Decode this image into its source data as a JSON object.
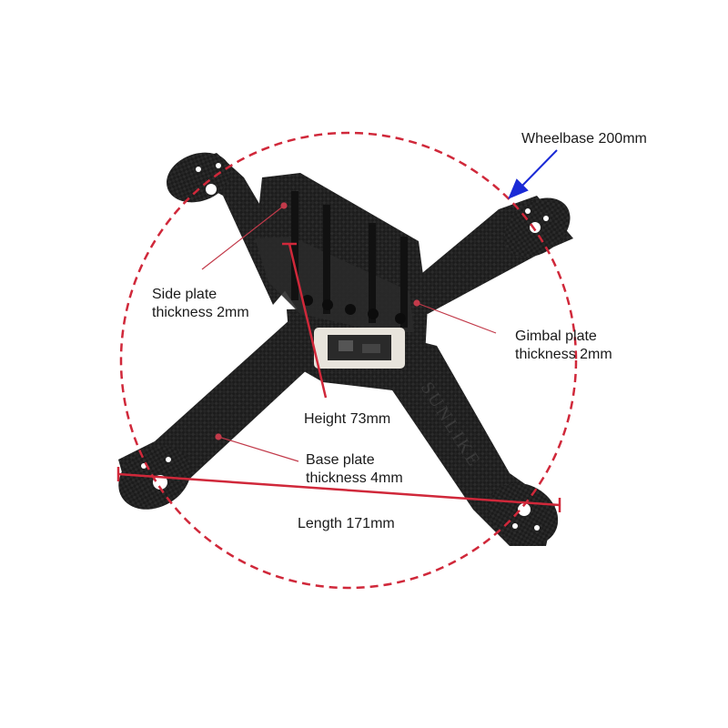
{
  "title": "",
  "annotations": {
    "wheelbase": "Wheelbase 200mm",
    "side_plate": [
      "Side plate",
      "thickness 2mm"
    ],
    "gimbal_plate": [
      "Gimbal plate",
      "thickness 2mm"
    ],
    "height": "Height 73mm",
    "base_plate": [
      "Base plate",
      "thickness 4mm"
    ],
    "length": "Length 171mm"
  },
  "frame": {
    "brand_mark": "SUNLIKE",
    "arm_count": 4
  },
  "colors": {
    "dim_circle": "#d0283a",
    "dim_line": "#d0283a",
    "wheelbase_arrow": "#1a2ad6",
    "leader_line": "#c23a4a",
    "carbon": "#1c1c1c",
    "text": "#1a1a1a"
  }
}
